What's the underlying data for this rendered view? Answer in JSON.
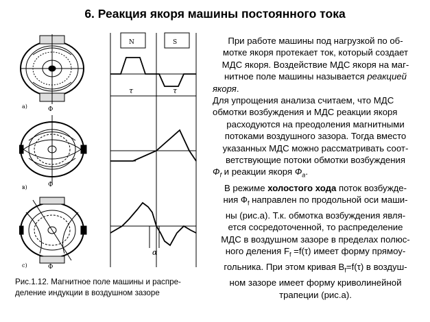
{
  "title": "6. Реакция якоря машины постоянного тока",
  "figure": {
    "pole_n": "N",
    "pole_s": "S",
    "tau": "τ",
    "alpha": "α",
    "phi": "Φ",
    "label_a": "а)",
    "label_b": "в)",
    "label_c": "с)"
  },
  "caption": {
    "line1": "Рис.1.12. Магнитное поле машины и распре-",
    "line2": "деление индукции в воздушном зазоре"
  },
  "text": {
    "p1_l1": "При работе машины под нагрузкой по об-",
    "p1_l2": "мотке якоря протекает ток, который создает",
    "p1_l3": "МДС якоря. Воздействие МДС якоря на маг-",
    "p1_l4a": "нитное поле машины называется ",
    "p1_l4b": "реакцией",
    "p1_l5": "якоря",
    "p1_l5b": ".",
    "p2_l1": "Для упрощения анализа считаем, что МДС",
    "p2_l2": "обмотки возбуждения и МДС реакции якоря",
    "p2_l3": "расходуются на преодоления магнитными",
    "p2_l4": "потоками воздушного зазора. Тогда вместо",
    "p2_l5": "указанных МДС можно рассматривать соот-",
    "p2_l6": "ветствующие потоки обмотки возбуждения",
    "p2_l7a": "Ф",
    "p2_l7sub": "f",
    "p2_l7b": "  и реакции якоря ",
    "p2_l7c": "Ф",
    "p2_l7sub2": "a",
    "p2_l7d": ".",
    "p3_l1a": "В режиме ",
    "p3_l1b": "холостого хода",
    "p3_l1c": " поток возбужде-",
    "p3_l2a": "ния Ф",
    "p3_l2sub": "f",
    "p3_l2b": "  направлен по продольной оси маши-",
    "p3_l3": "ны (рис.а). Т.к. обмотка возбуждения явля-",
    "p3_l4": "ется сосредоточенной, то распределение",
    "p3_l5": "МДС в воздушном зазоре в пределах полюс-",
    "p3_l6a": "ного деления F",
    "p3_l6sub": "f",
    "p3_l6b": " =f(τ) имеет форму прямоу-",
    "p3_l7a": "гольника. При этом кривая B",
    "p3_l7sub": "f",
    "p3_l7b": "=f(τ) в воздуш-",
    "p3_l8": "ном зазоре имеет форму криволинейной",
    "p3_l9": "трапеции (рис.а)."
  }
}
